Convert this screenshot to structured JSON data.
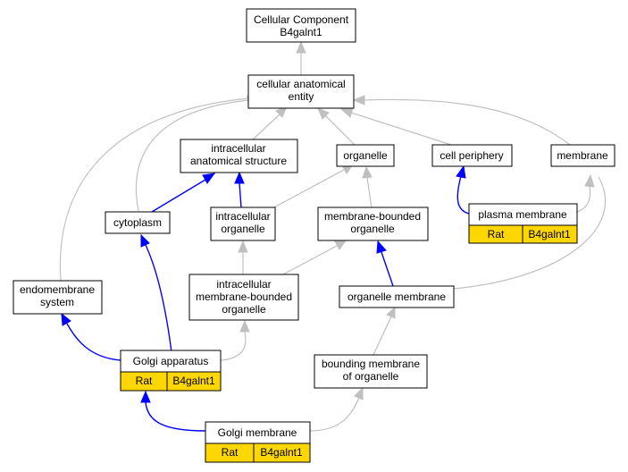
{
  "nodes": {
    "root": {
      "lines": [
        "Cellular Component",
        "B4galnt1"
      ]
    },
    "cellular_anatomical_entity": {
      "lines": [
        "cellular anatomical",
        "entity"
      ]
    },
    "intracellular_anatomical_structure": {
      "lines": [
        "intracellular",
        "anatomical structure"
      ]
    },
    "organelle": {
      "lines": [
        "organelle"
      ]
    },
    "cell_periphery": {
      "lines": [
        "cell periphery"
      ]
    },
    "membrane": {
      "lines": [
        "membrane"
      ]
    },
    "cytoplasm": {
      "lines": [
        "cytoplasm"
      ]
    },
    "intracellular_organelle": {
      "lines": [
        "intracellular",
        "organelle"
      ]
    },
    "membrane_bounded_organelle": {
      "lines": [
        "membrane-bounded",
        "organelle"
      ]
    },
    "plasma_membrane": {
      "lines": [
        "plasma membrane"
      ],
      "annotation": [
        "Rat",
        "B4galnt1"
      ]
    },
    "endomembrane_system": {
      "lines": [
        "endomembrane",
        "system"
      ]
    },
    "intracellular_membrane_bounded_organelle": {
      "lines": [
        "intracellular",
        "membrane-bounded",
        "organelle"
      ]
    },
    "organelle_membrane": {
      "lines": [
        "organelle membrane"
      ]
    },
    "golgi_apparatus": {
      "lines": [
        "Golgi apparatus"
      ],
      "annotation": [
        "Rat",
        "B4galnt1"
      ]
    },
    "bounding_membrane_of_organelle": {
      "lines": [
        "bounding membrane",
        "of organelle"
      ]
    },
    "golgi_membrane": {
      "lines": [
        "Golgi membrane"
      ],
      "annotation": [
        "Rat",
        "B4galnt1"
      ]
    }
  },
  "colors": {
    "is_a_edge": "#c0c0c0",
    "part_of_edge": "#0000ff",
    "annotation_fill": "#ffd700"
  }
}
